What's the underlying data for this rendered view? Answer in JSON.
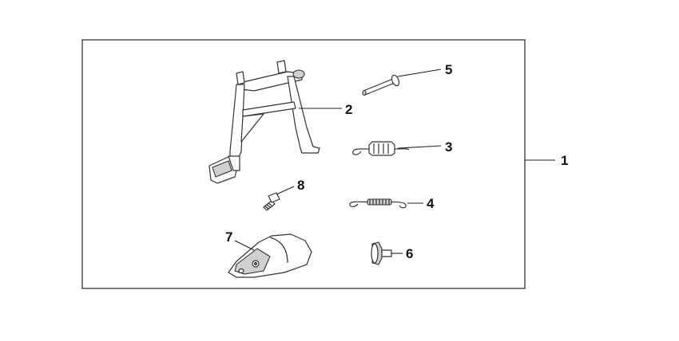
{
  "labels": {
    "kit": "1",
    "main_stand": "2",
    "spring_large": "3",
    "spring_small": "4",
    "pivot_shaft": "5",
    "stopper_rubber": "6",
    "cover": "7",
    "bolt": "8"
  },
  "colors": {
    "line": "#333333",
    "shade": "#d0d0d0",
    "background": "#ffffff"
  }
}
